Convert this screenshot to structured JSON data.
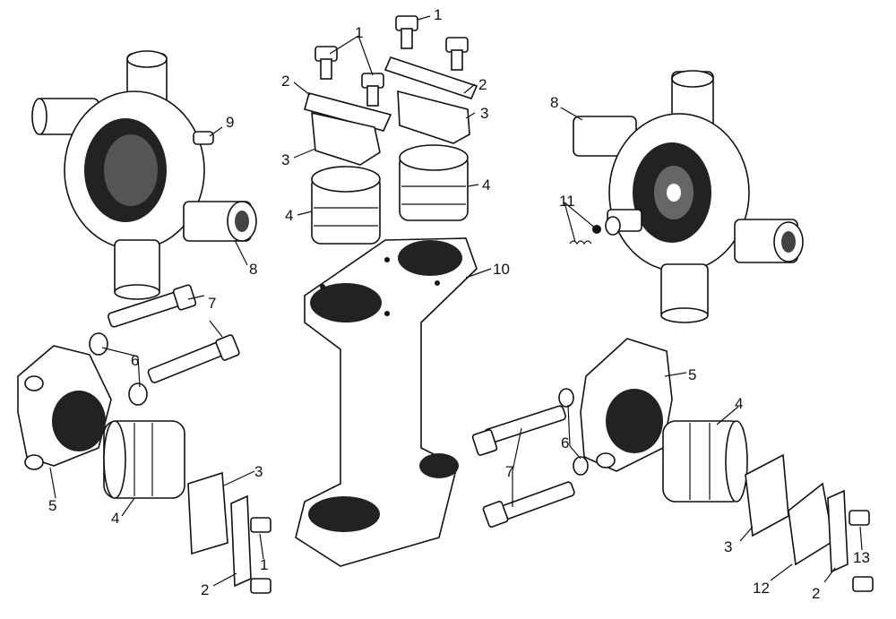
{
  "diagram": {
    "type": "exploded-assembly",
    "callouts": {
      "c1a": "1",
      "c1b": "1",
      "c1c": "1",
      "c2a": "2",
      "c2b": "2",
      "c2c": "2",
      "c2d": "2",
      "c3a": "3",
      "c3b": "3",
      "c3c": "3",
      "c3d": "3",
      "c4a": "4",
      "c4b": "4",
      "c4c": "4",
      "c4d": "4",
      "c5a": "5",
      "c5b": "5",
      "c6a": "6",
      "c6b": "6",
      "c7a": "7",
      "c7b": "7",
      "c8": "8",
      "c9": "9",
      "c10": "10",
      "c11": "11",
      "c12": "12",
      "c13": "13",
      "c8b": "8"
    }
  }
}
